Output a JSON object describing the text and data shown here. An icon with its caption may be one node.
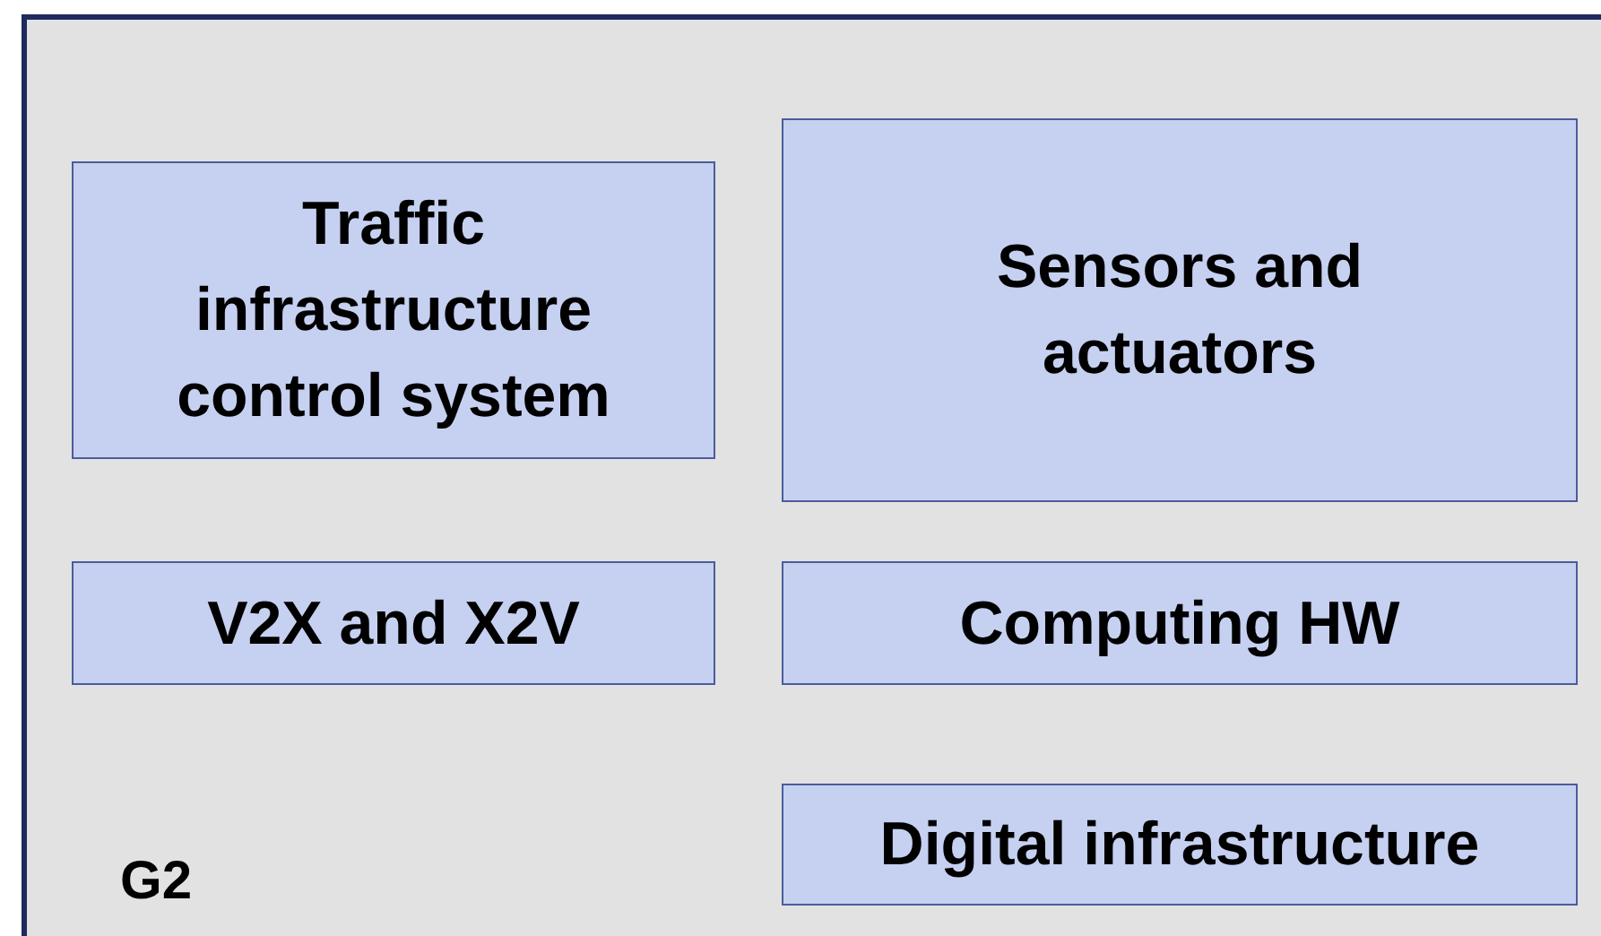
{
  "diagram": {
    "nodes": [
      {
        "text": [
          "G2"
        ]
      },
      {
        "text": [
          "Traffic infrastructure control system"
        ],
        "in": 0
      },
      {
        "text": [
          "Sensors and actuators"
        ],
        "in": 0
      },
      {
        "text": [
          "V2X and X2V"
        ],
        "in": 0
      },
      {
        "text": [
          "Computing HW"
        ],
        "in": 0
      },
      {
        "text": [
          "Digital infrastructure"
        ],
        "in": 0
      }
    ]
  }
}
